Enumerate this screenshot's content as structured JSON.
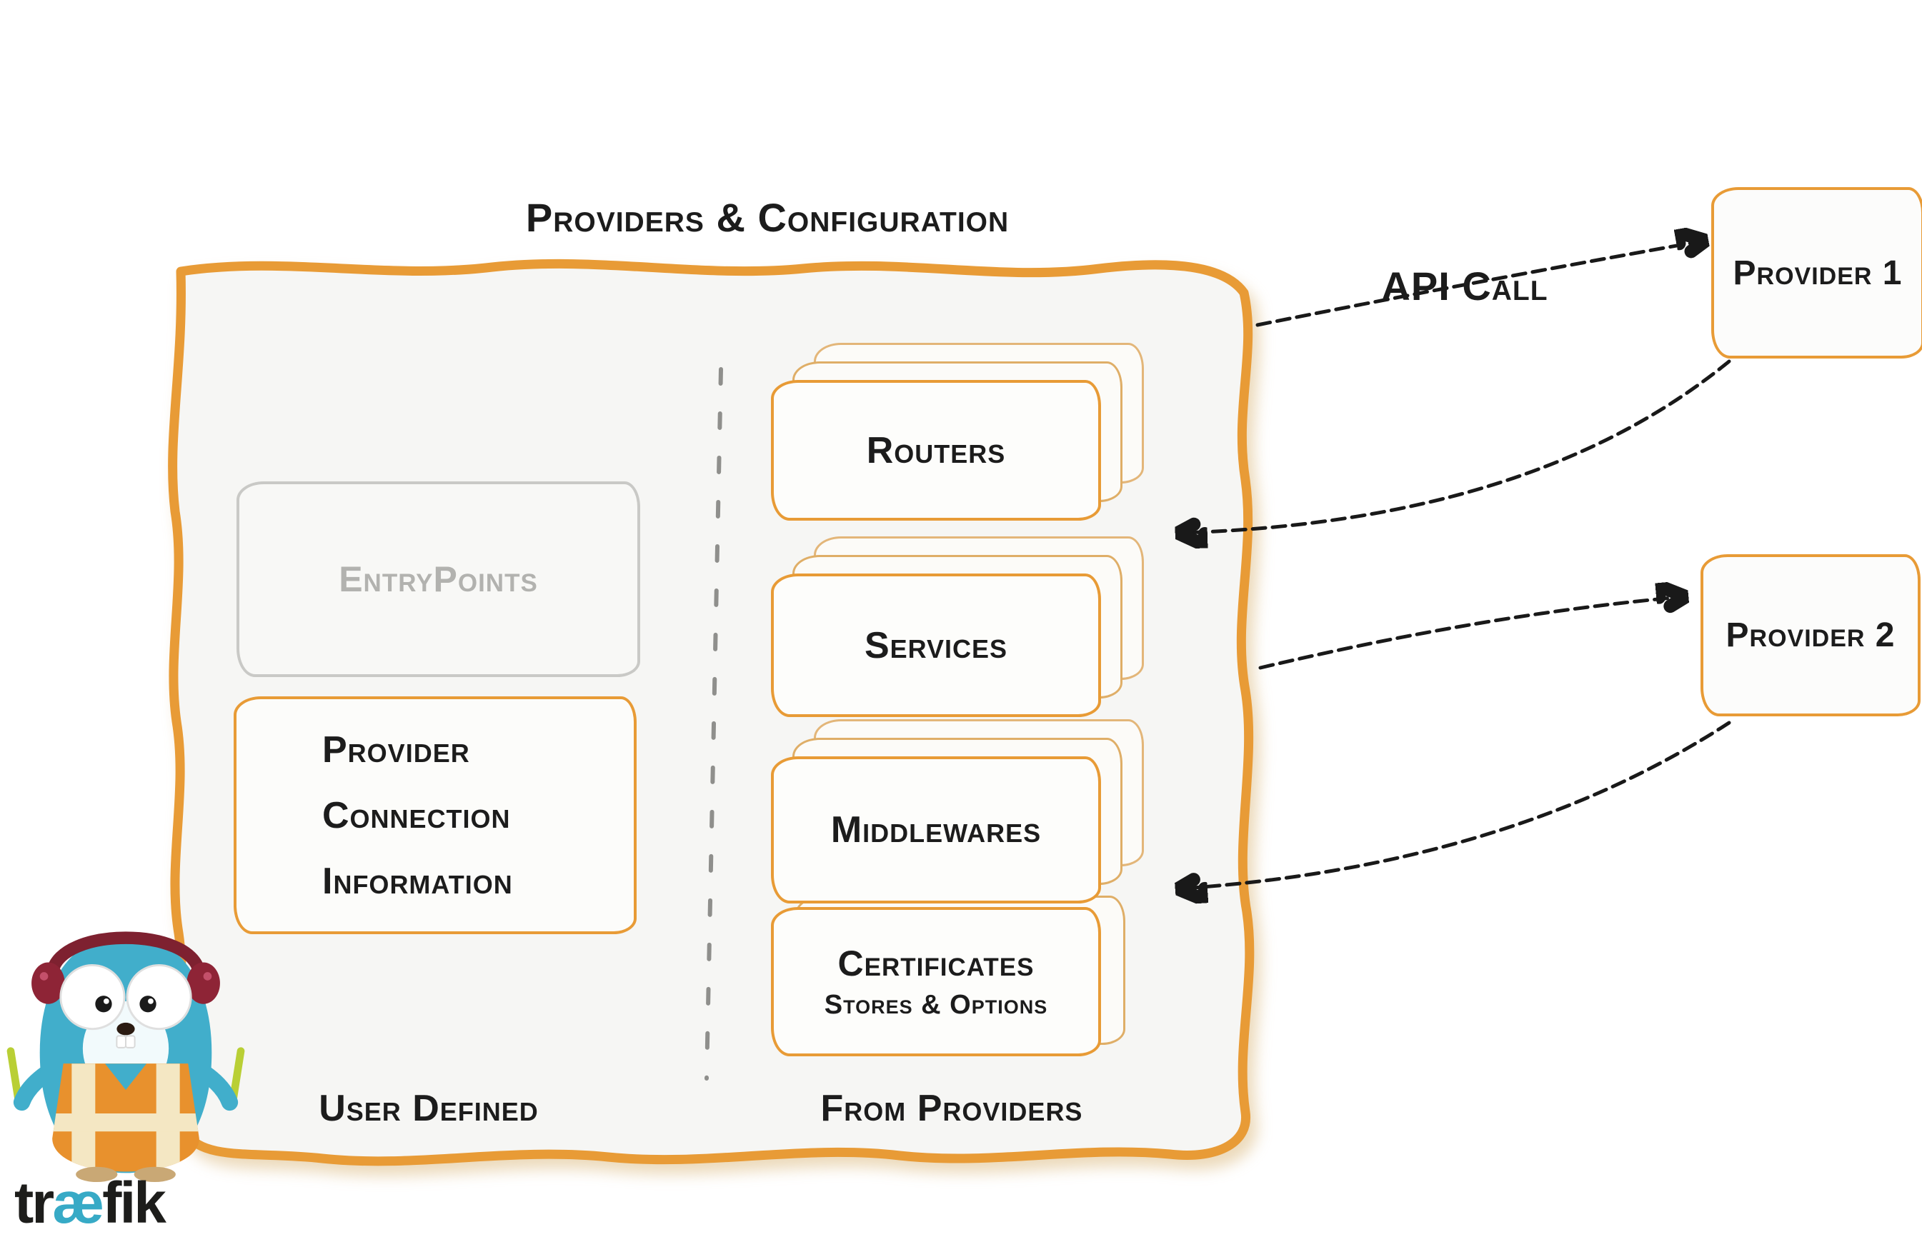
{
  "title": "Providers & Configuration",
  "main_box": {
    "entrypoints_label": "EntryPoints",
    "provider_connection_lines": [
      "Provider",
      "Connection",
      "Information"
    ],
    "user_defined_label": "User Defined",
    "from_providers_label": "From Providers",
    "stacks": [
      {
        "label": "Routers"
      },
      {
        "label": "Services"
      },
      {
        "label": "Middlewares"
      },
      {
        "label": "Certificates",
        "sublabel": "Stores & Options"
      }
    ]
  },
  "providers": [
    {
      "label": "Provider 1"
    },
    {
      "label": "Provider 2"
    }
  ],
  "api_call_label": "API Call",
  "logo": {
    "icon": "traefik-gopher-icon",
    "wordmark_pre": "tr",
    "wordmark_ae": "æ",
    "wordmark_post": "fik"
  },
  "colors": {
    "orange": "#E89B36",
    "panel_fill": "#F6F6F4",
    "gray_border": "#C9C9C6",
    "gray_text": "#B2B2AF",
    "ink": "#1C1C1C",
    "arrow": "#191919",
    "teal": "#37AAC6"
  }
}
